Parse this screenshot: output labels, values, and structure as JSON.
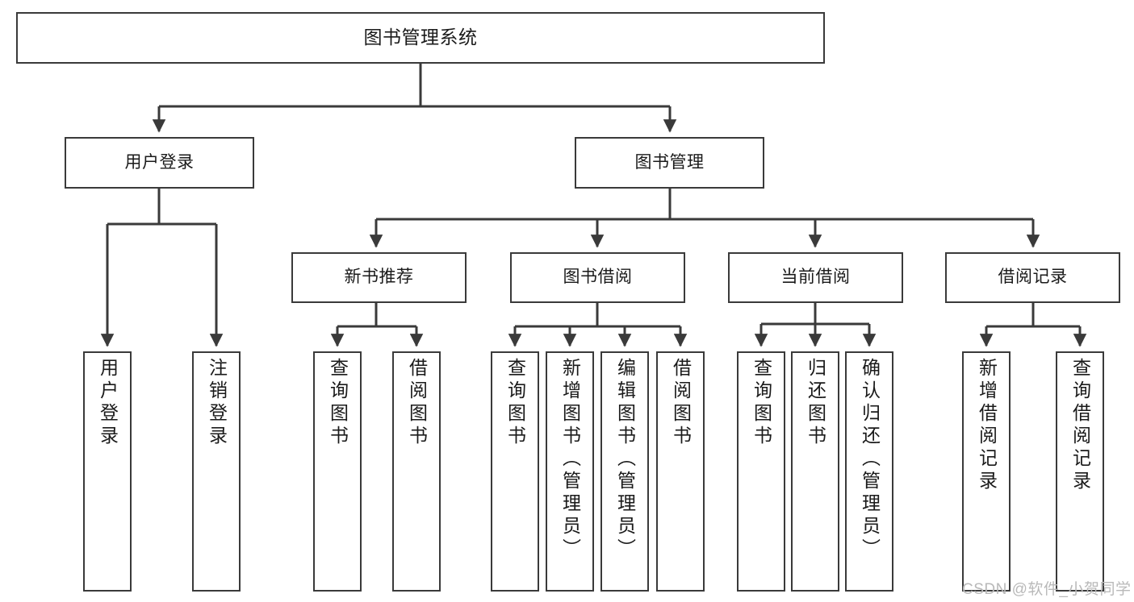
{
  "diagram": {
    "title": "图书管理系统",
    "type": "tree-hierarchy",
    "orientation": "top-down",
    "colors": {
      "box_border": "#3a3a3a",
      "box_fill": "#ffffff",
      "connector": "#3a3a3a",
      "text": "#1a1a1a",
      "watermark": "#b9b9b9",
      "background": "#ffffff"
    }
  },
  "root": {
    "label": "图书管理系统"
  },
  "level2": [
    {
      "id": "user-login",
      "label": "用户登录"
    },
    {
      "id": "book-manage",
      "label": "图书管理"
    }
  ],
  "level3": [
    {
      "id": "new-book-recommend",
      "label": "新书推荐"
    },
    {
      "id": "book-borrow",
      "label": "图书借阅"
    },
    {
      "id": "current-borrow",
      "label": "当前借阅"
    },
    {
      "id": "borrow-record",
      "label": "借阅记录"
    }
  ],
  "leaves": {
    "user_login": [
      {
        "id": "leaf-user-login",
        "label": "用户登录"
      },
      {
        "id": "leaf-logout-login",
        "label": "注销登录"
      }
    ],
    "new_book_recommend": [
      {
        "id": "leaf-query-book-1",
        "label": "查询图书"
      },
      {
        "id": "leaf-borrow-book-1",
        "label": "借阅图书"
      }
    ],
    "book_borrow": [
      {
        "id": "leaf-query-book-2",
        "label": "查询图书"
      },
      {
        "id": "leaf-add-book",
        "label": "新增图书（管理员）"
      },
      {
        "id": "leaf-edit-book",
        "label": "编辑图书（管理员）"
      },
      {
        "id": "leaf-borrow-book-2",
        "label": "借阅图书"
      }
    ],
    "current_borrow": [
      {
        "id": "leaf-query-book-3",
        "label": "查询图书"
      },
      {
        "id": "leaf-return-book",
        "label": "归还图书"
      },
      {
        "id": "leaf-confirm-return",
        "label": "确认归还（管理员）"
      }
    ],
    "borrow_record": [
      {
        "id": "leaf-add-borrow-record",
        "label": "新增借阅记录"
      },
      {
        "id": "leaf-query-borrow-record",
        "label": "查询借阅记录"
      }
    ]
  },
  "watermark": {
    "text": "CSDN @软件_小贺同学"
  }
}
